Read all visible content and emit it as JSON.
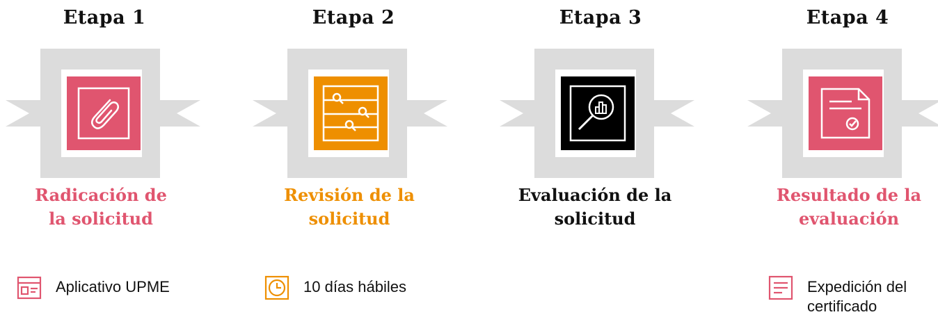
{
  "colors": {
    "arrow": "#dcdcdc",
    "pink": "#e0556f",
    "orange": "#ee8f00",
    "black": "#000000"
  },
  "stages": [
    {
      "title": "Etapa 1",
      "name_line1": "Radicación de",
      "name_line2": "la solicitud",
      "icon": "paperclip-icon",
      "accent": "#e0556f",
      "detail_icon": "app-window-icon",
      "detail_line1": "Aplicativo UPME",
      "detail_line2": ""
    },
    {
      "title": "Etapa 2",
      "name_line1": "Revisión de la",
      "name_line2": "solicitud",
      "icon": "search-list-icon",
      "accent": "#ee8f00",
      "detail_icon": "clock-icon",
      "detail_line1": "10 días hábiles",
      "detail_line2": ""
    },
    {
      "title": "Etapa 3",
      "name_line1": "Evaluación de la",
      "name_line2": "solicitud",
      "icon": "magnifier-chart-icon",
      "accent": "#000000"
    },
    {
      "title": "Etapa 4",
      "name_line1": "Resultado de la",
      "name_line2": "evaluación",
      "icon": "certificate-check-icon",
      "accent": "#e0556f",
      "detail_icon": "document-lines-icon",
      "detail_line1": "Expedición del",
      "detail_line2": "certificado"
    }
  ]
}
